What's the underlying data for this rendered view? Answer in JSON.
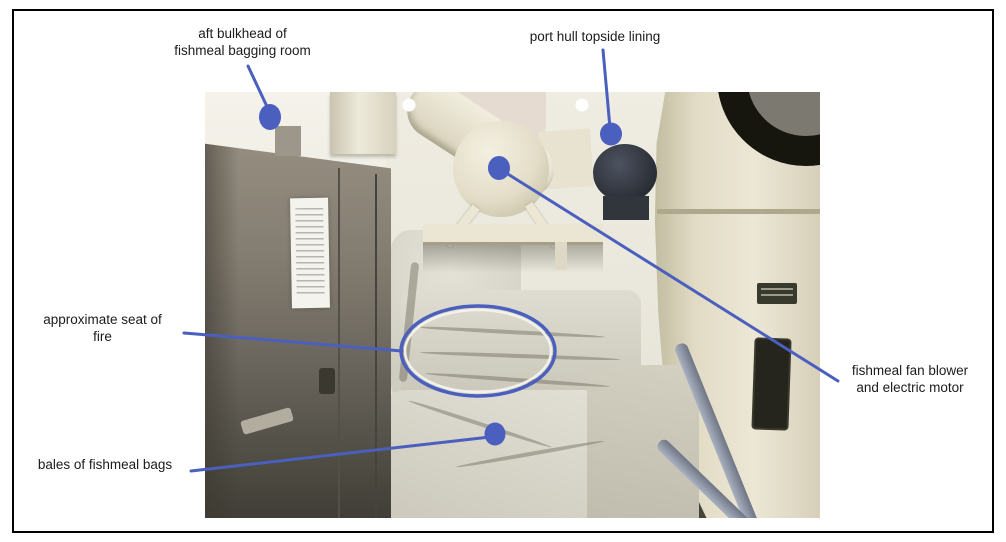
{
  "figure": {
    "kind": "annotated-photograph",
    "subject": "interior of fishmeal bagging room with fan blower, cyclone, storage cabinet and bales of fishmeal bags",
    "colors": {
      "annotation_blue": "#4a5fbe",
      "ellipse_inner_white": "#f2f1ea",
      "marker_white": "#ffffff",
      "frame_border": "#000000"
    },
    "annotations": [
      {
        "id": "aft-bulkhead",
        "lines": [
          "aft bulkhead of",
          "fishmeal bagging room"
        ]
      },
      {
        "id": "port-hull-lining",
        "lines": [
          "port hull topside lining"
        ]
      },
      {
        "id": "seat-of-fire",
        "lines": [
          "approximate seat of",
          "fire"
        ]
      },
      {
        "id": "fan-blower-motor",
        "lines": [
          "fishmeal fan blower",
          "and electric motor"
        ]
      },
      {
        "id": "bales",
        "lines": [
          "bales of fishmeal bags"
        ]
      }
    ]
  }
}
